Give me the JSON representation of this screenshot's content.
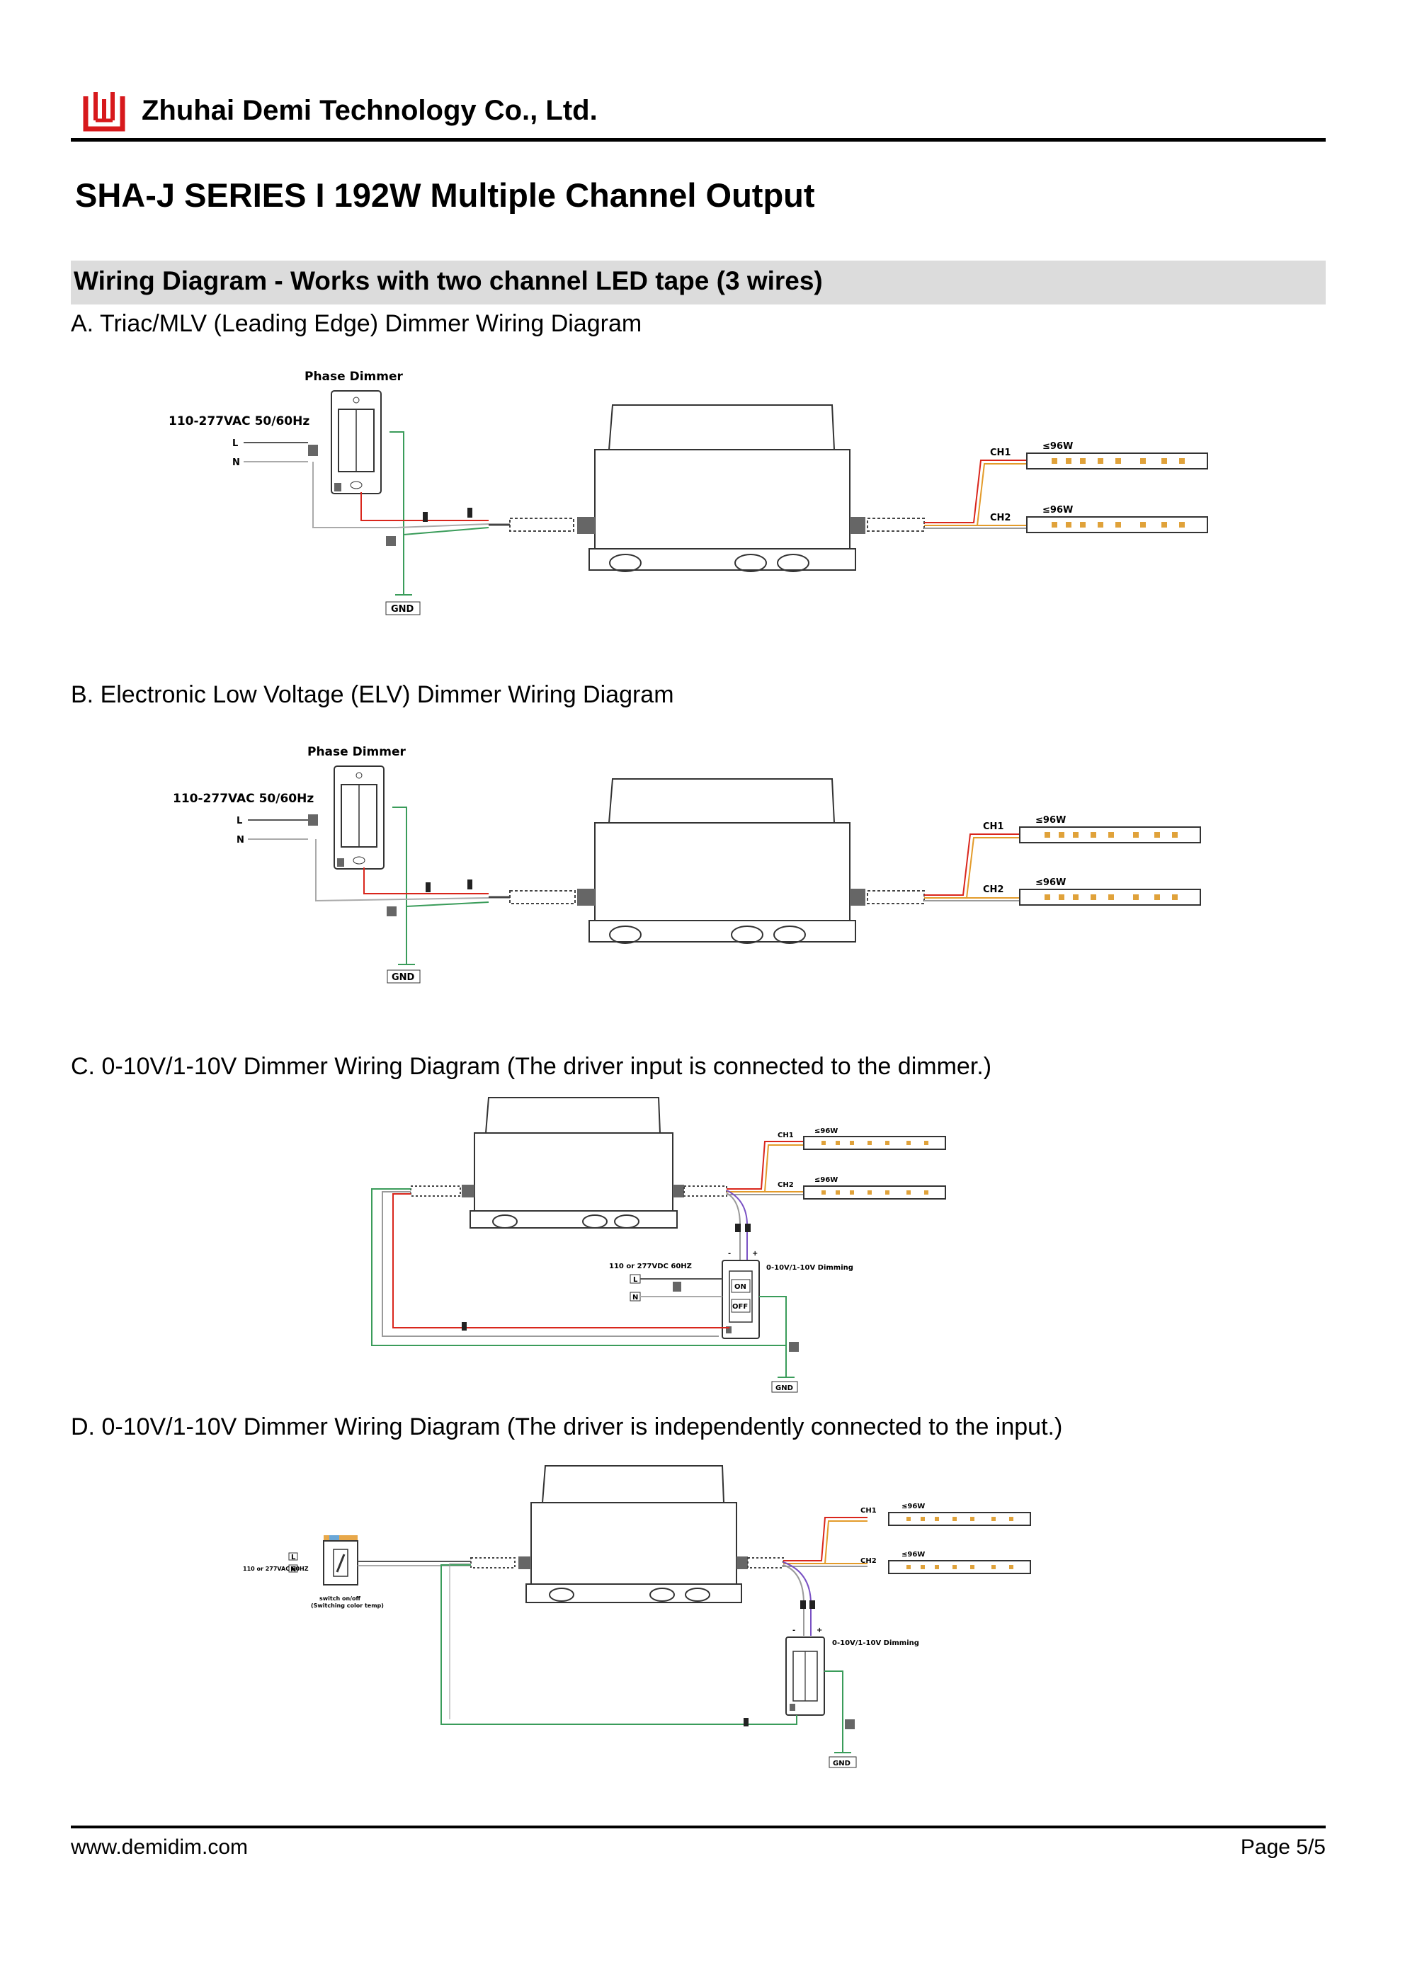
{
  "header": {
    "company": "Zhuhai Demi Technology Co., Ltd.",
    "title": "SHA-J SERIES I 192W Multiple Channel Output"
  },
  "section": {
    "title": "Wiring Diagram - Works with two channel LED tape (3 wires)"
  },
  "diagrams": {
    "a": {
      "caption": "A. Triac/MLV (Leading Edge) Dimmer Wiring Diagram",
      "dimmer_label": "Phase Dimmer",
      "input_label": "110-277VAC 50/60Hz",
      "line": "L",
      "neutral": "N",
      "ch1": "CH1",
      "ch2": "CH2",
      "watt1": "≤96W",
      "watt2": "≤96W",
      "gnd": "GND"
    },
    "b": {
      "caption": "B. Electronic Low Voltage (ELV) Dimmer Wiring Diagram",
      "dimmer_label": "Phase Dimmer",
      "input_label": "110-277VAC 50/60Hz",
      "line": "L",
      "neutral": "N",
      "ch1": "CH1",
      "ch2": "CH2",
      "watt1": "≤96W",
      "watt2": "≤96W",
      "gnd": "GND"
    },
    "c": {
      "caption": "C. 0-10V/1-10V Dimmer Wiring Diagram (The driver input is connected to the dimmer.)",
      "ch1": "CH1",
      "ch2": "CH2",
      "watt1": "≤96W",
      "watt2": "≤96W",
      "input_label": "110 or 277VDC 60HZ",
      "line": "L",
      "neutral": "N",
      "dimming_label": "0-10V/1-10V Dimming",
      "on": "ON",
      "off": "OFF",
      "minus": "-",
      "plus": "+",
      "gnd": "GND"
    },
    "d": {
      "caption": "D. 0-10V/1-10V Dimmer Wiring Diagram (The driver is independently connected to the input.)",
      "ch1": "CH1",
      "ch2": "CH2",
      "watt1": "≤96W",
      "watt2": "≤96W",
      "input_label": "110 or 277VAC 60HZ",
      "line": "L",
      "neutral": "N",
      "switch_label": "switch on/off",
      "switch_sub": "(Switching color temp)",
      "dimming_label": "0-10V/1-10V Dimming",
      "minus": "-",
      "plus": "+",
      "gnd": "GND"
    }
  },
  "footer": {
    "url": "www.demidim.com",
    "page": "Page 5/5"
  },
  "colors": {
    "logo_red": "#d7191c",
    "wire_red": "#d9261c",
    "wire_gray": "#9a9a9a",
    "wire_green": "#3a9c5a",
    "wire_orange": "#e39b2a",
    "wire_purple": "#7a52c4",
    "section_bg": "#dcdcdc",
    "led_amber": "#e0a23a"
  },
  "icons": [
    "company-logo-icon",
    "led-driver-icon",
    "phase-dimmer-icon",
    "led-strip-icon",
    "ground-icon",
    "wire-nut-icon",
    "010v-dimmer-icon",
    "wall-switch-icon"
  ]
}
